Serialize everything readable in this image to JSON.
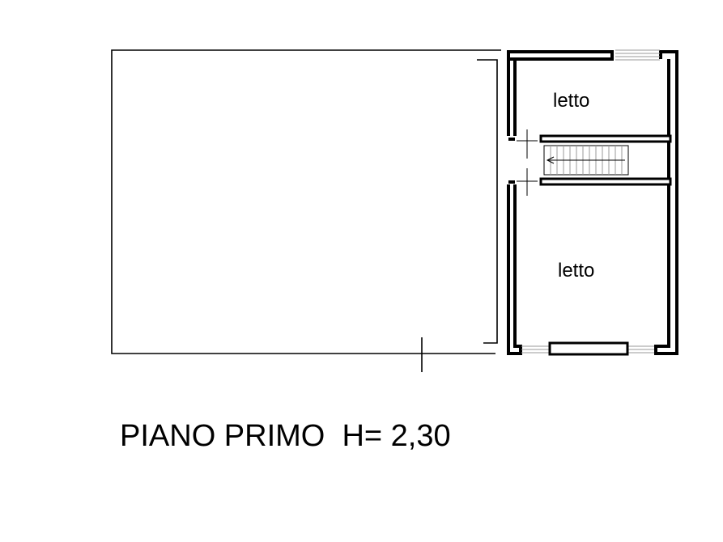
{
  "rooms": {
    "upper": {
      "label": "letto"
    },
    "lower": {
      "label": "letto"
    }
  },
  "title": "PIANO PRIMO  H= 2,30",
  "colors": {
    "line": "#000000",
    "background": "#ffffff",
    "opening": "#9a9a9a"
  }
}
